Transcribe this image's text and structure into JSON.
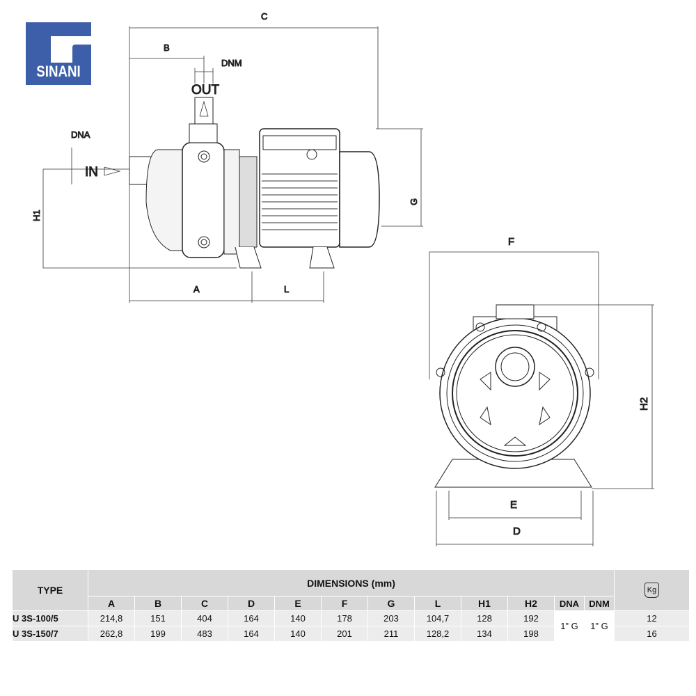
{
  "logo": {
    "text": "SINANI",
    "color": "#3d5ea8"
  },
  "drawing": {
    "labels": {
      "C": "C",
      "B": "B",
      "DNM": "DNM",
      "OUT": "OUT",
      "DNA": "DNA",
      "IN": "IN",
      "H1": "H1",
      "G": "G",
      "A": "A",
      "L": "L",
      "F": "F",
      "H2": "H2",
      "E": "E",
      "D": "D"
    }
  },
  "table": {
    "type_header": "TYPE",
    "dimensions_header": "DIMENSIONS (mm)",
    "weight_icon": "Kg",
    "columns": [
      "A",
      "B",
      "C",
      "D",
      "E",
      "F",
      "G",
      "L",
      "H1",
      "H2",
      "DNA",
      "DNM"
    ],
    "rows": [
      {
        "type": "U 3S-100/5",
        "values": [
          "214,8",
          "151",
          "404",
          "164",
          "140",
          "178",
          "203",
          "104,7",
          "128",
          "192"
        ],
        "weight": "12"
      },
      {
        "type": "U 3S-150/7",
        "values": [
          "262,8",
          "199",
          "483",
          "164",
          "140",
          "201",
          "211",
          "128,2",
          "134",
          "198"
        ],
        "weight": "16"
      }
    ],
    "dna": "1\" G",
    "dnm": "1\" G"
  }
}
